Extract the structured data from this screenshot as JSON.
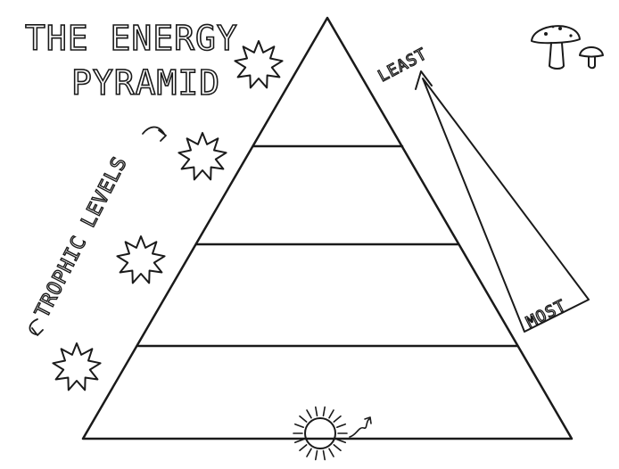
{
  "title": {
    "line1": "THE ENERGY",
    "line2": "PYRAMID"
  },
  "side_label": "TROPHIC LEVELS",
  "energy_scale": {
    "top_label": "LEAST",
    "bottom_label": "MOST"
  },
  "pyramid": {
    "levels": 4
  },
  "icons": {
    "level_markers": [
      "starburst-icon",
      "starburst-icon",
      "starburst-icon",
      "starburst-icon"
    ],
    "energy_source": "sun-icon",
    "decoration": "mushroom-icon"
  },
  "colors": {
    "ink": "#1a1a1a",
    "background": "#ffffff"
  }
}
